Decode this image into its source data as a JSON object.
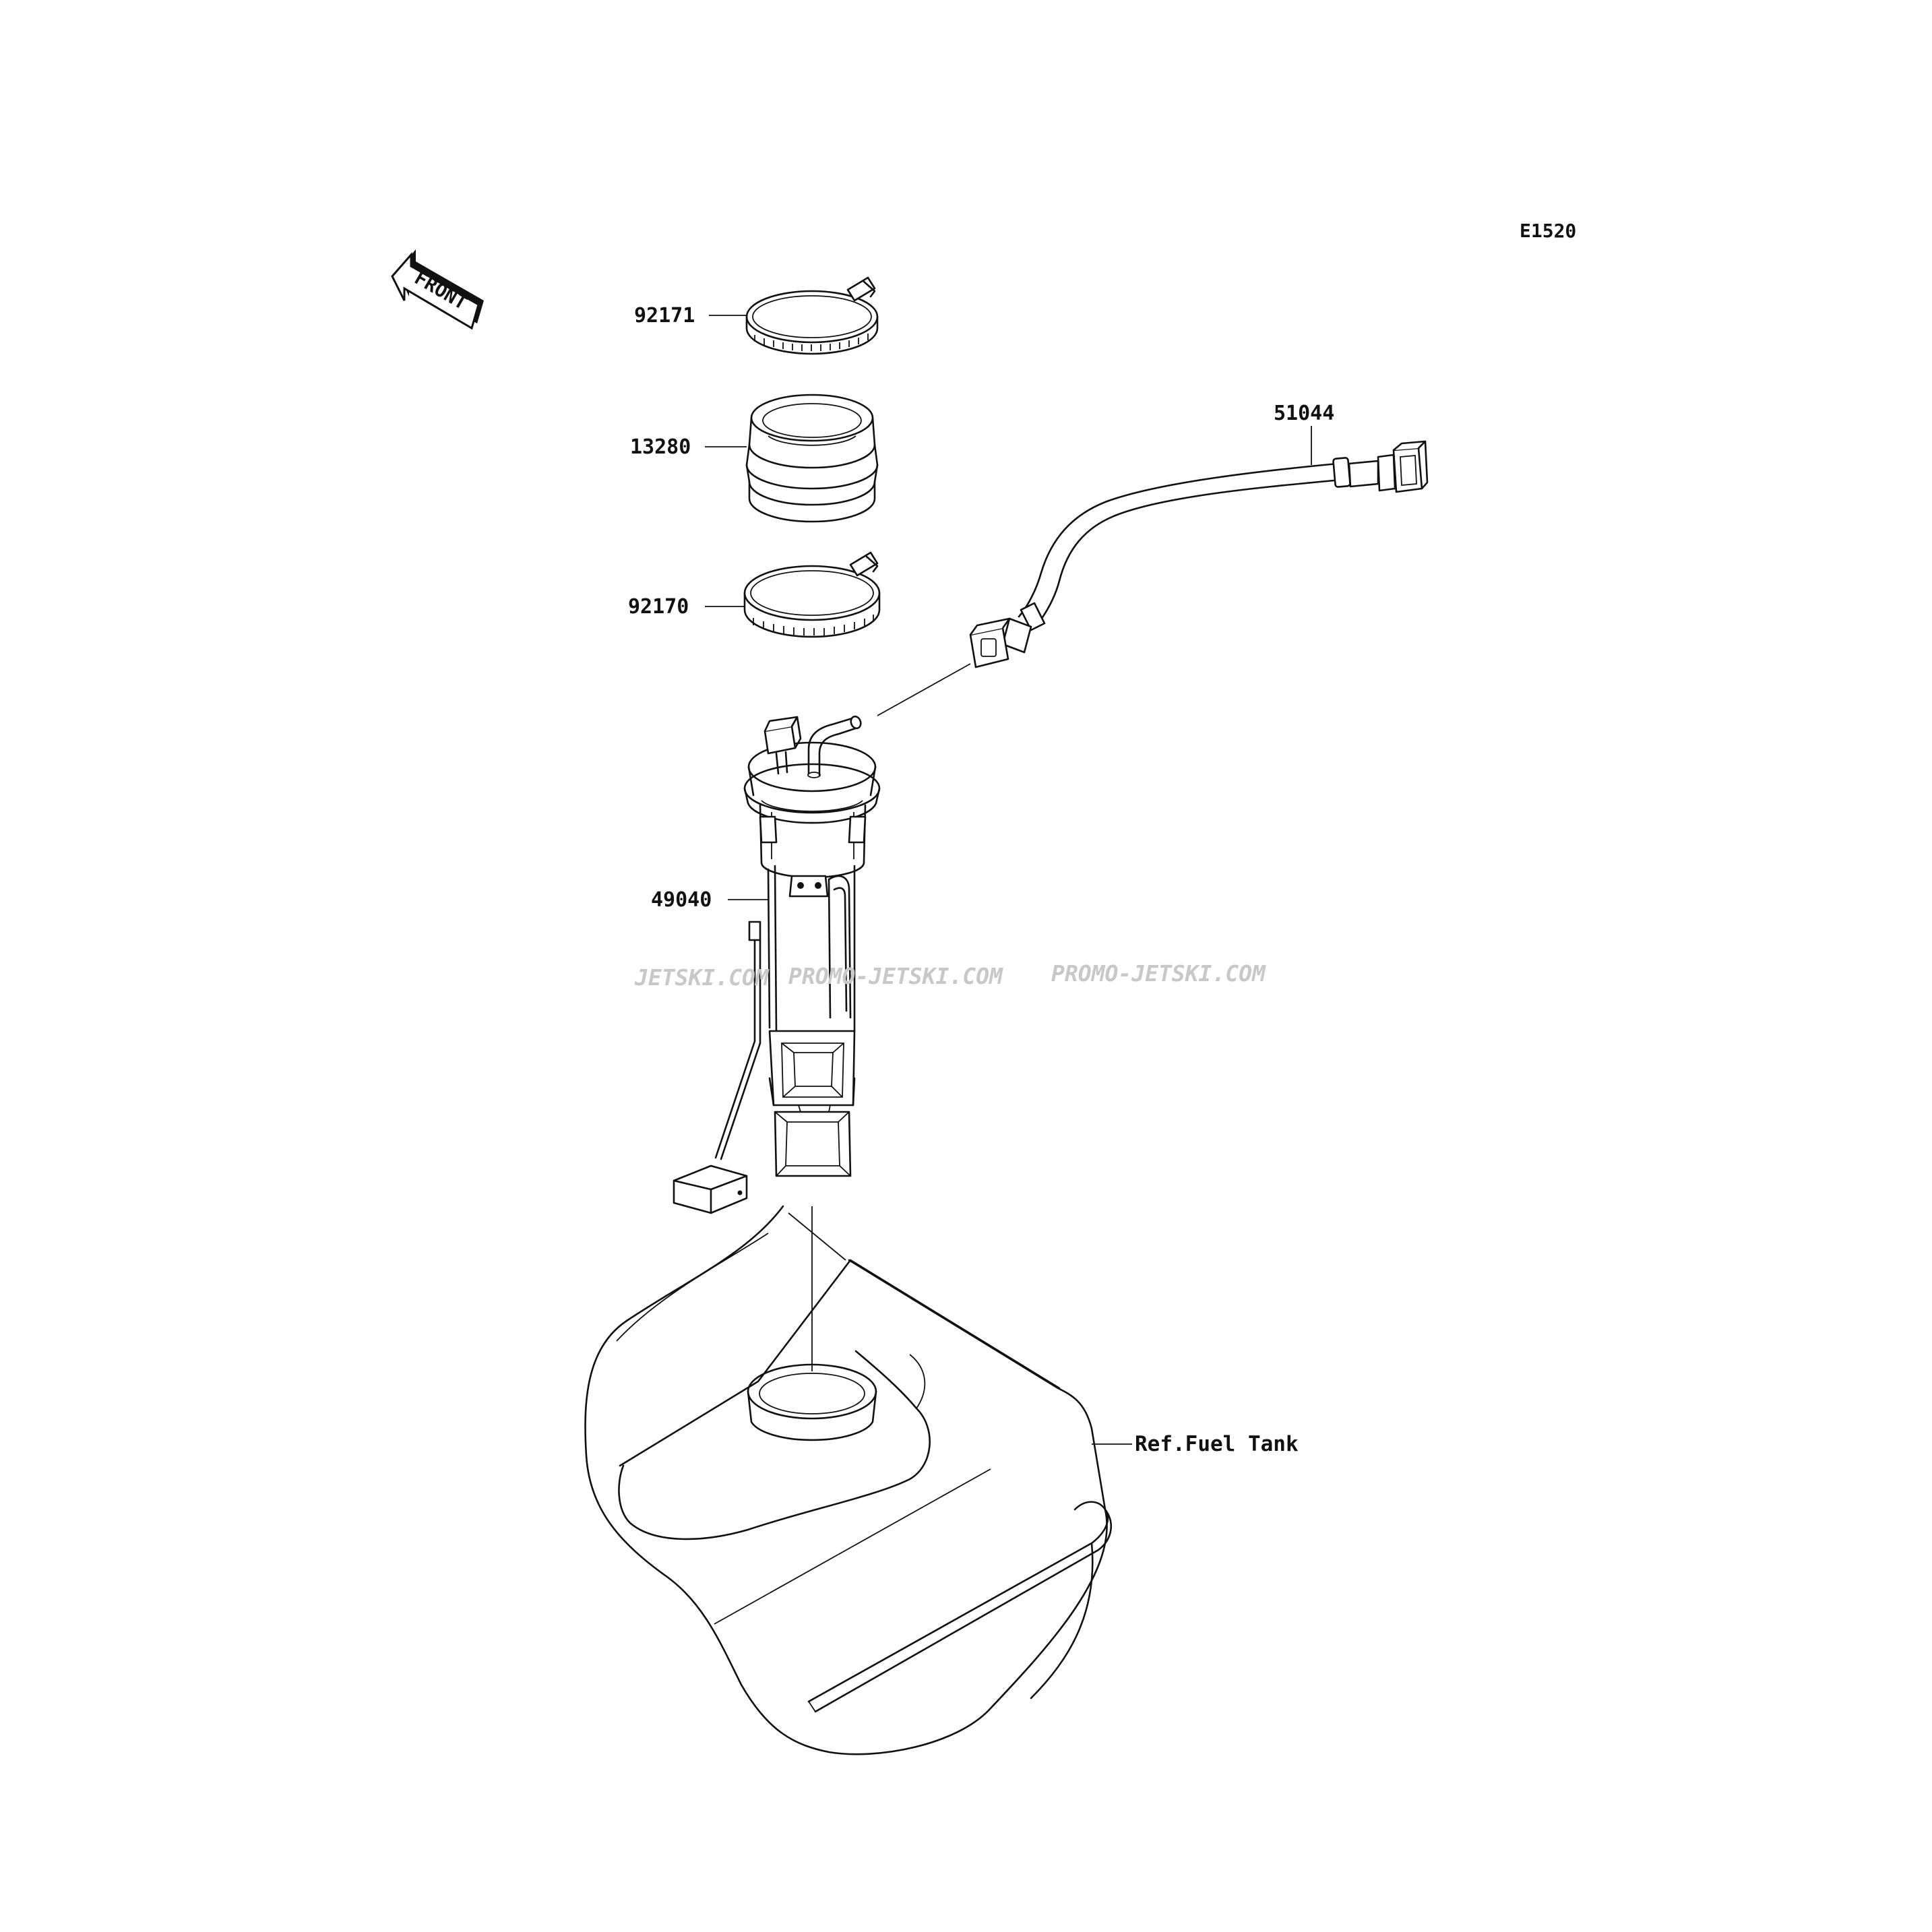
{
  "diagram_code": "E1520",
  "front_arrow": {
    "label": "FRONT",
    "icon": "front-direction-arrow-icon"
  },
  "parts": [
    {
      "id": "92171",
      "label": "92171",
      "icon": "hose-clamp-icon"
    },
    {
      "id": "13280",
      "label": "13280",
      "icon": "rubber-seal-ring-icon"
    },
    {
      "id": "92170",
      "label": "92170",
      "icon": "hose-clamp-icon"
    },
    {
      "id": "51044",
      "label": "51044",
      "icon": "fuel-hose-connector-icon"
    },
    {
      "id": "49040",
      "label": "49040",
      "icon": "fuel-pump-assembly-icon"
    },
    {
      "id": "ref-fuel-tank",
      "label": "Ref.Fuel Tank",
      "icon": "fuel-tank-icon"
    }
  ],
  "watermark": [
    "JETSKI.COM",
    "PROMO-JETSKI.COM",
    "PROMO-JETSKI.COM"
  ]
}
